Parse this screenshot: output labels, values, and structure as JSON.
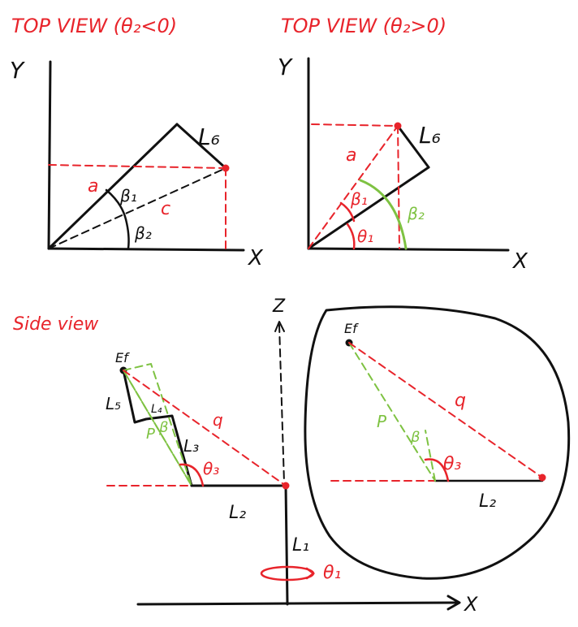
{
  "colors": {
    "ink": "#111111",
    "red": "#e8242b",
    "green": "#7ec242"
  },
  "panel_top_left": {
    "title": "TOP VIEW (θ₂<0)",
    "y_axis": "Y",
    "x_axis": "X",
    "link": "L₆",
    "label_a": "a",
    "label_c": "c",
    "beta1": "β₁",
    "beta2": "β₂"
  },
  "panel_top_right": {
    "title": "TOP VIEW (θ₂>0)",
    "y_axis": "Y",
    "x_axis": "X",
    "link": "L₆",
    "label_a": "a",
    "beta1": "β₁",
    "beta2": "β₂",
    "theta1": "θ₁"
  },
  "panel_side": {
    "title": "Side view",
    "z_axis": "Z",
    "x_axis": "X",
    "ef": "Ef",
    "l1": "L₁",
    "l2": "L₂",
    "l3": "L₃",
    "l4": "L₄",
    "l5": "L₅",
    "p": "P",
    "q": "q",
    "beta": "β",
    "theta3": "θ₃",
    "theta1": "θ₁"
  },
  "panel_zoom": {
    "ef": "Ef",
    "p": "P",
    "q": "q",
    "beta": "β",
    "theta3": "θ₃",
    "l2": "L₂"
  }
}
